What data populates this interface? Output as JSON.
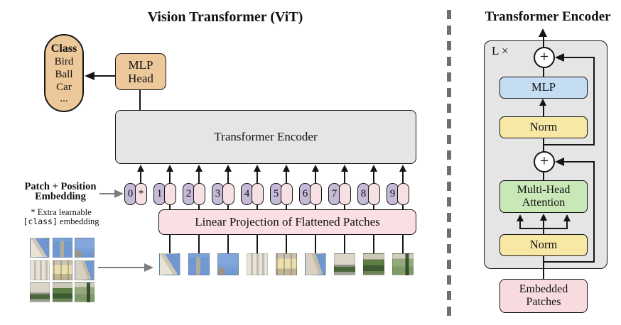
{
  "left": {
    "title": "Vision Transformer (ViT)",
    "class_box": {
      "heading": "Class",
      "items": [
        "Bird",
        "Ball",
        "Car",
        "..."
      ]
    },
    "mlp_head_label": "MLP\nHead",
    "encoder_label": "Transformer Encoder",
    "patch_position_label": "Patch + Position\nEmbedding",
    "footnote": {
      "prefix": "* Extra learnable",
      "code": "[class]",
      "suffix": "embedding"
    },
    "projection_label": "Linear Projection of Flattened Patches",
    "tokens": [
      {
        "label": "0",
        "extra": "*"
      },
      {
        "label": "1",
        "extra": ""
      },
      {
        "label": "2",
        "extra": ""
      },
      {
        "label": "3",
        "extra": ""
      },
      {
        "label": "4",
        "extra": ""
      },
      {
        "label": "5",
        "extra": ""
      },
      {
        "label": "6",
        "extra": ""
      },
      {
        "label": "7",
        "extra": ""
      },
      {
        "label": "8",
        "extra": ""
      },
      {
        "label": "9",
        "extra": ""
      }
    ],
    "patches": [
      "dome-sky",
      "tower-sky",
      "sky-spire",
      "facade-columns",
      "facade-yellow",
      "facade-dome",
      "building-hedge",
      "garden-hedge",
      "lawn-tree"
    ]
  },
  "right": {
    "title": "Transformer Encoder",
    "loop_label": "L ×",
    "plus_symbol": "+",
    "mlp_label": "MLP",
    "norm_top_label": "Norm",
    "attention_label": "Multi-Head\nAttention",
    "norm_bottom_label": "Norm",
    "embedded_label": "Embedded\nPatches"
  },
  "colors": {
    "tan": "#EDC89B",
    "token_purple": "#C6BAD9",
    "token_pink": "#F6E0E3",
    "projection_pink": "#FAE0E2",
    "encoder_gray": "#E5E5E5",
    "panel_gray": "#E5E5E5",
    "mlp_blue": "#C5DDF2",
    "norm_yellow": "#F7E8A6",
    "attention_green": "#C9E8B8",
    "embedded_pink": "#F7DBDE",
    "line": "#151515",
    "gray_arrow": "#7d7d7d"
  }
}
